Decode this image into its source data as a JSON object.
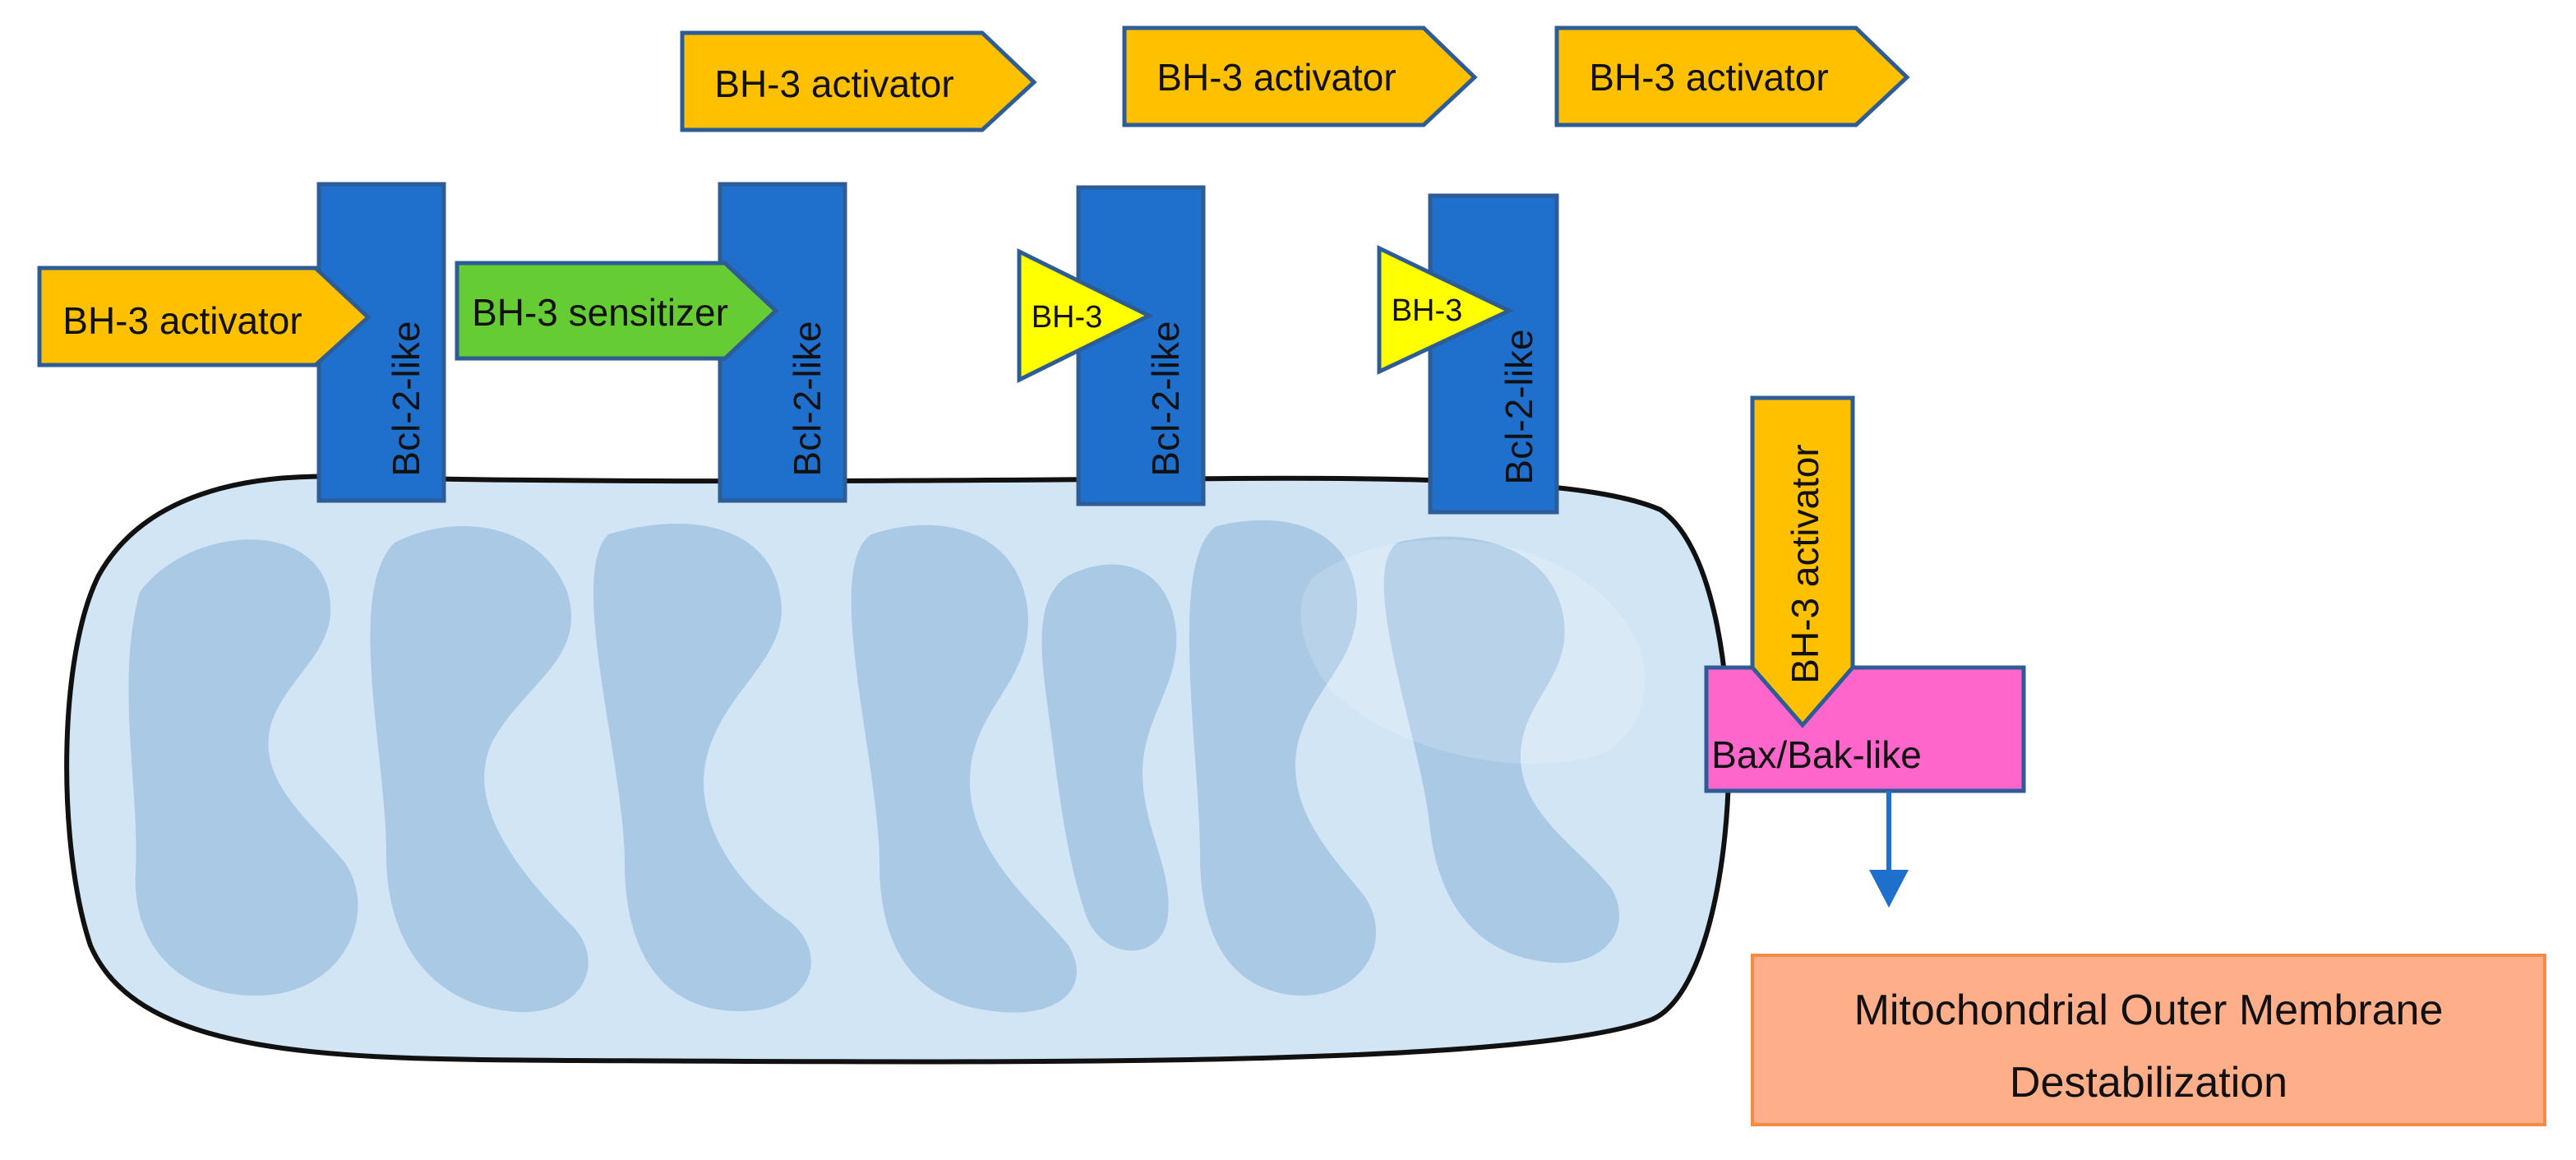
{
  "colors": {
    "activator": "#FFC000",
    "sensitizer": "#66CC33",
    "bh3_small": "#FFFF00",
    "bcl2_like": "#1F6FCC",
    "bax_bak_like": "#FF66CC",
    "outcome_fill": "#FFAE8A",
    "outcome_border": "#F58A45",
    "stroke": "#2D5C96",
    "mito_outer": "#D2E5F5",
    "mito_inner": "#A9C9E5",
    "arrow": "#1F6FCC"
  },
  "labels": {
    "bh3_activator": "BH-3 activator",
    "bh3_sensitizer": "BH-3 sensitizer",
    "bh3": "BH-3",
    "bcl2_like": "Bcl-2-like",
    "bax_bak_like": "Bax/Bak-like",
    "outcome_line1": "Mitochondrial Outer Membrane",
    "outcome_line2": "Destabilization"
  }
}
